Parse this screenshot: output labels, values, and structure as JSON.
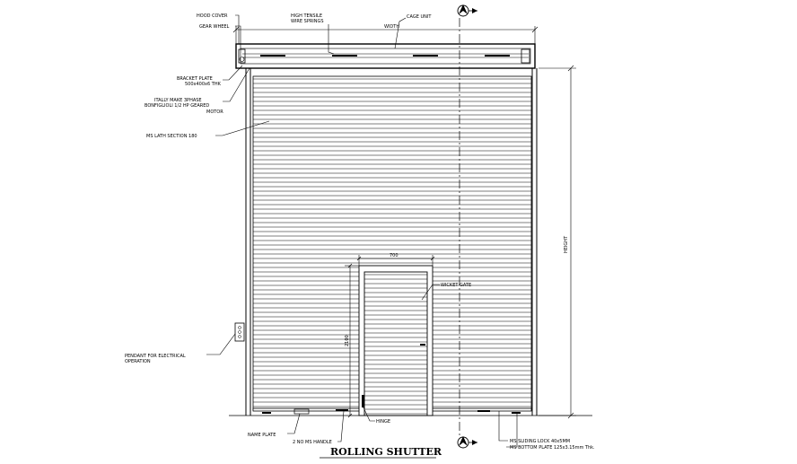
{
  "drawing": {
    "title": "ROLLING SHUTTER",
    "labels": {
      "hood_cover": "HOOD COVER",
      "gear_wheel": "GEAR WHEEL",
      "springs_line1": "HIGH TENSILE",
      "springs_line2": "WIRE SPRINGS",
      "cage_unit": "CAGE UNIT",
      "bracket_line1": "BRACKET PLATE",
      "bracket_line2": "500x400x6 THK",
      "motor_line1": "ITALLY MAKE 3PHASE",
      "motor_line2": "BONFIGLIOLI 1/2 HP GEARED",
      "motor_line3": "MOTOR",
      "lath": "MS LATH SECTION 180",
      "wicket_gate": "WICKET GATE",
      "pendant_line1": "PENDANT FOR ELECTRICAL",
      "pendant_line2": "OPERATION",
      "name_plate": "NAME PLATE",
      "handle": "2 NO MS HANDLE",
      "hinge": "HINGE",
      "sliding_lock": "MS SLIDING LOCK 40x5MM",
      "bottom_plate": "MS BOTTOM PLATE 125x3.15mm Thk."
    },
    "dimensions": {
      "width": "WIDTH",
      "height": "HEIGHT",
      "gate_width": "700",
      "gate_height": "2100"
    },
    "section_marker": "A"
  }
}
